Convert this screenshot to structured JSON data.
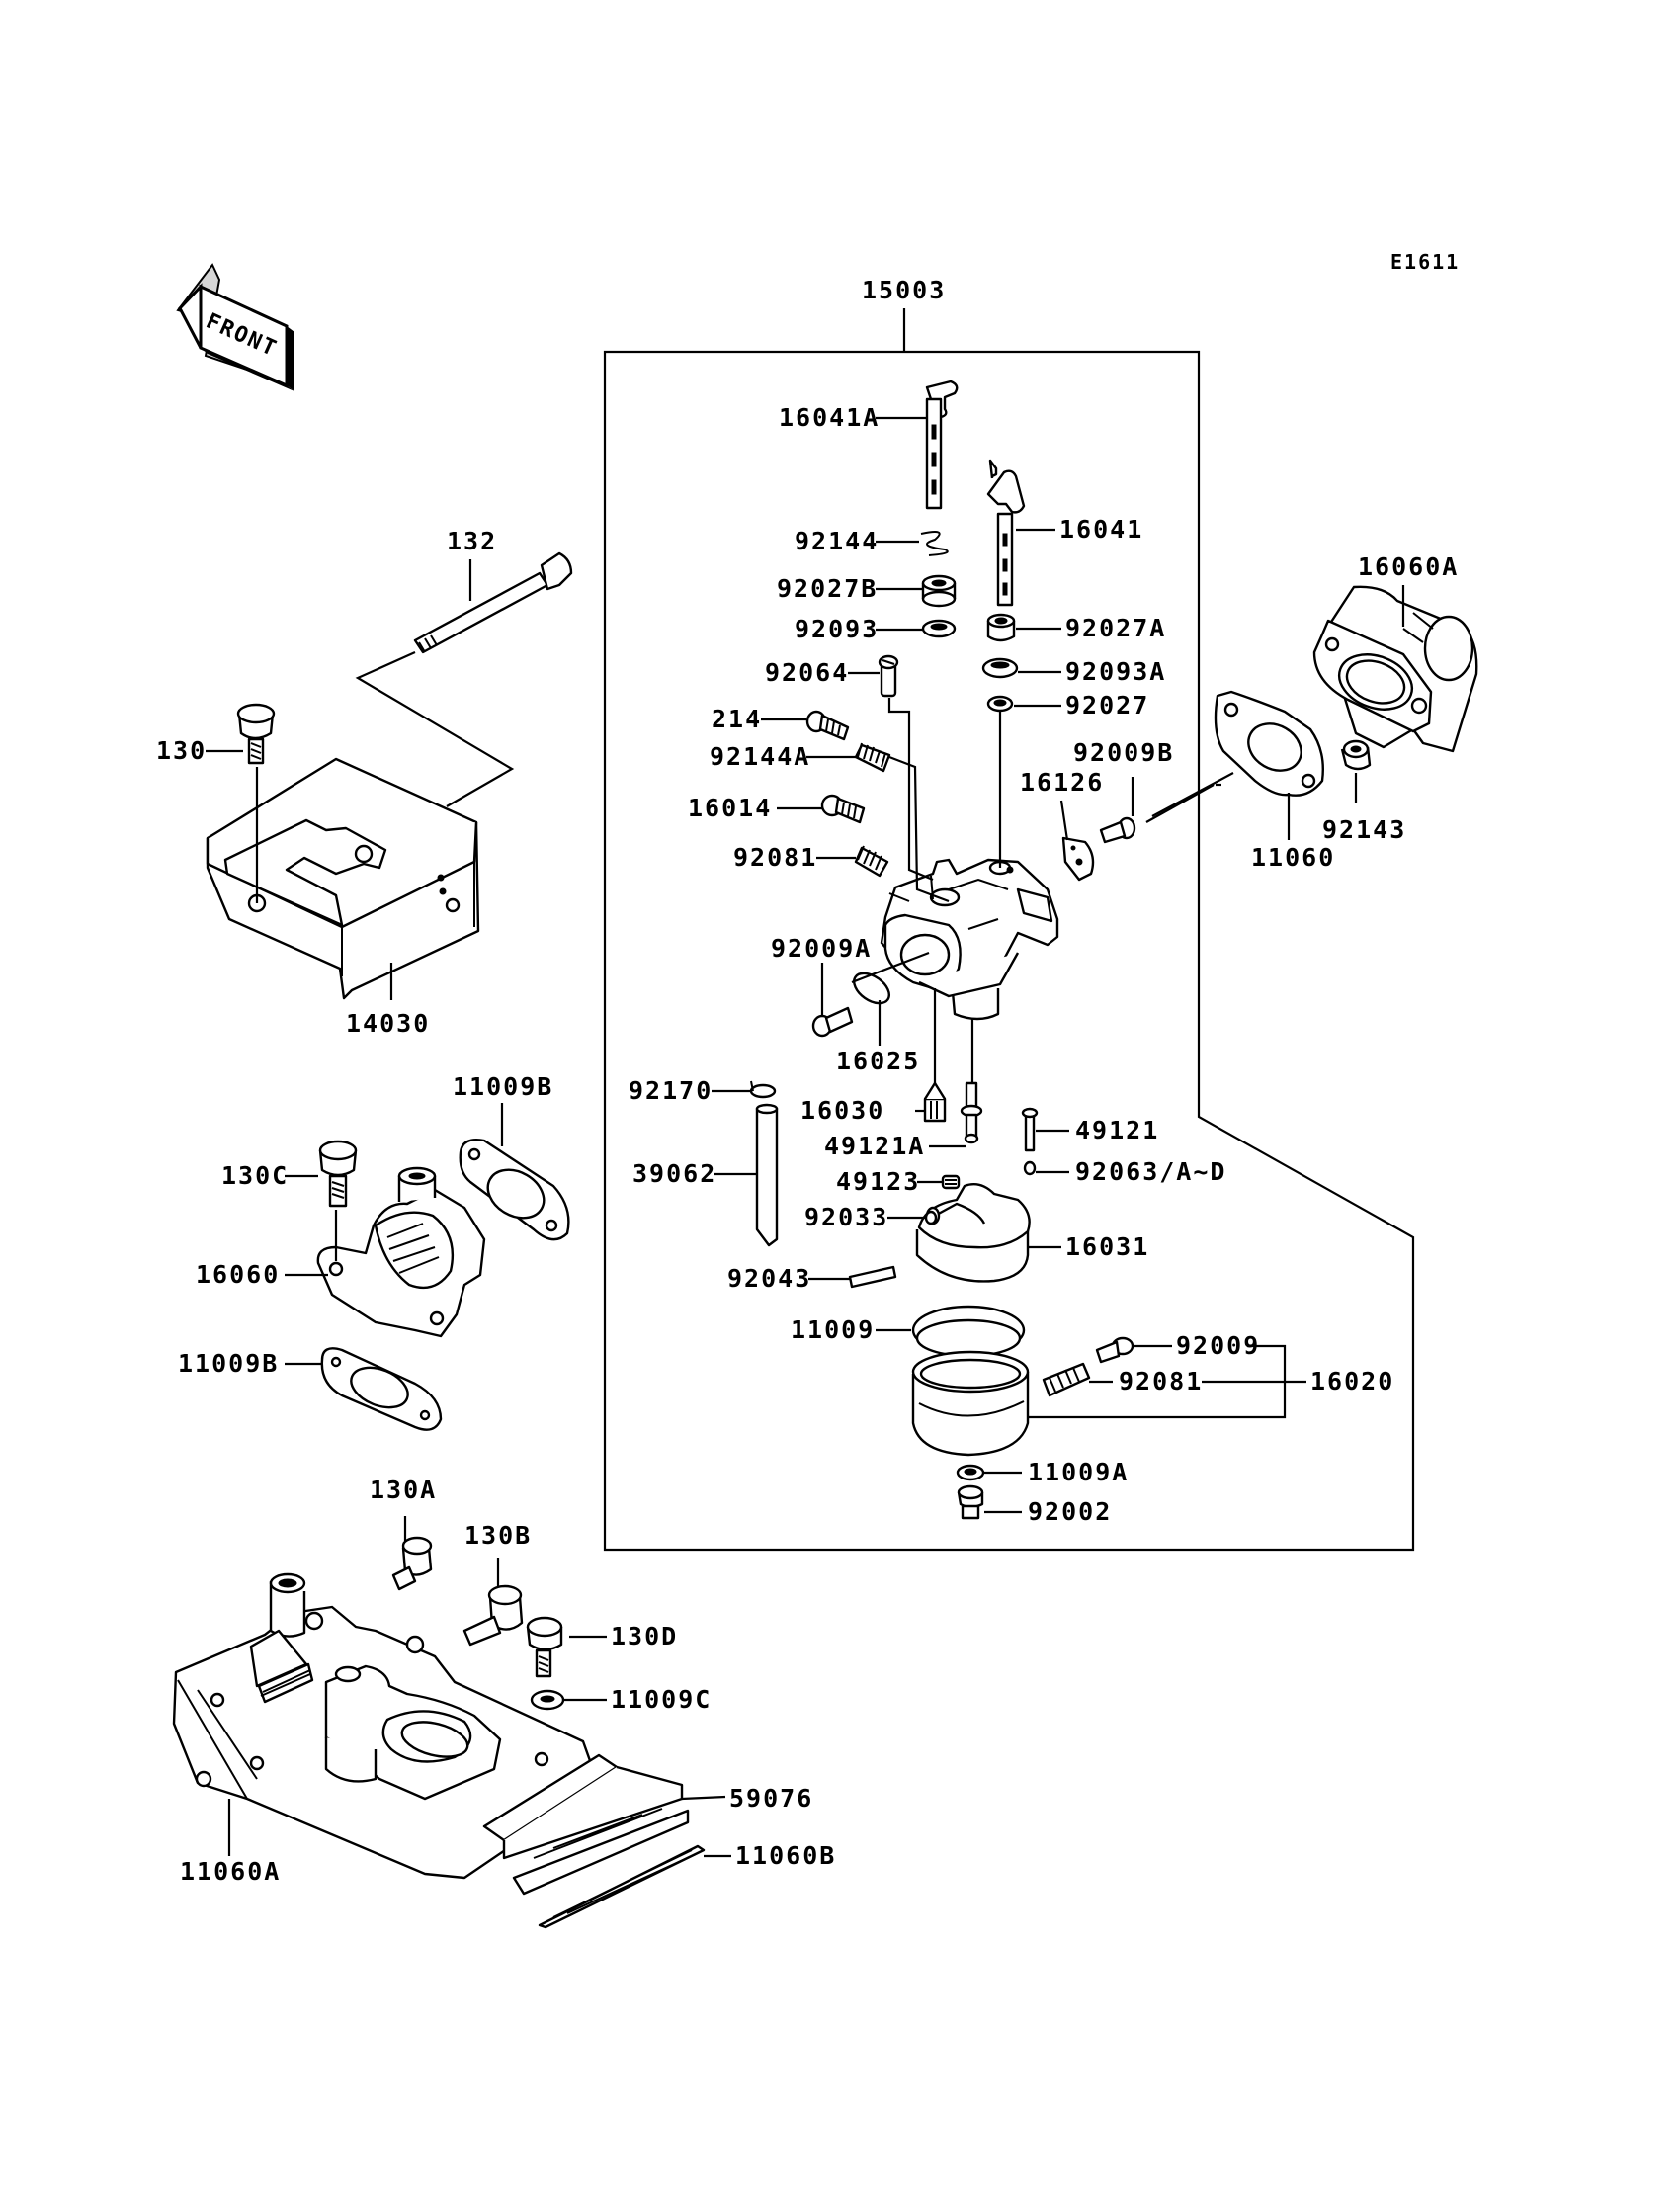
{
  "diagram_code": "E1611",
  "front_label": "FRONT",
  "assembly_label": "15003",
  "labels": {
    "l16041A": "16041A",
    "l16041": "16041",
    "l92144": "92144",
    "l92027B": "92027B",
    "l92093": "92093",
    "l92027A": "92027A",
    "l92093A": "92093A",
    "l92027": "92027",
    "l92064": "92064",
    "l214": "214",
    "l92144A": "92144A",
    "l16014": "16014",
    "l92081a": "92081",
    "l92009B": "92009B",
    "l16126": "16126",
    "l92009A": "92009A",
    "l16025": "16025",
    "l92170": "92170",
    "l16030": "16030",
    "l49121A": "49121A",
    "l49121": "49121",
    "l49123": "49123",
    "l92063AD": "92063/A~D",
    "l39062": "39062",
    "l92033": "92033",
    "l16031": "16031",
    "l92043": "92043",
    "l11009": "11009",
    "l92009": "92009",
    "l92081b": "92081",
    "l16020": "16020",
    "l11009A": "11009A",
    "l92002": "92002",
    "l16060A": "16060A",
    "l11060": "11060",
    "l92143": "92143",
    "l132": "132",
    "l130": "130",
    "l14030": "14030",
    "l11009B_top": "11009B",
    "l130C": "130C",
    "l16060": "16060",
    "l11009B_bot": "11009B",
    "l130A": "130A",
    "l130B": "130B",
    "l130D": "130D",
    "l11009C": "11009C",
    "l59076": "59076",
    "l11060A": "11060A",
    "l11060B": "11060B"
  }
}
